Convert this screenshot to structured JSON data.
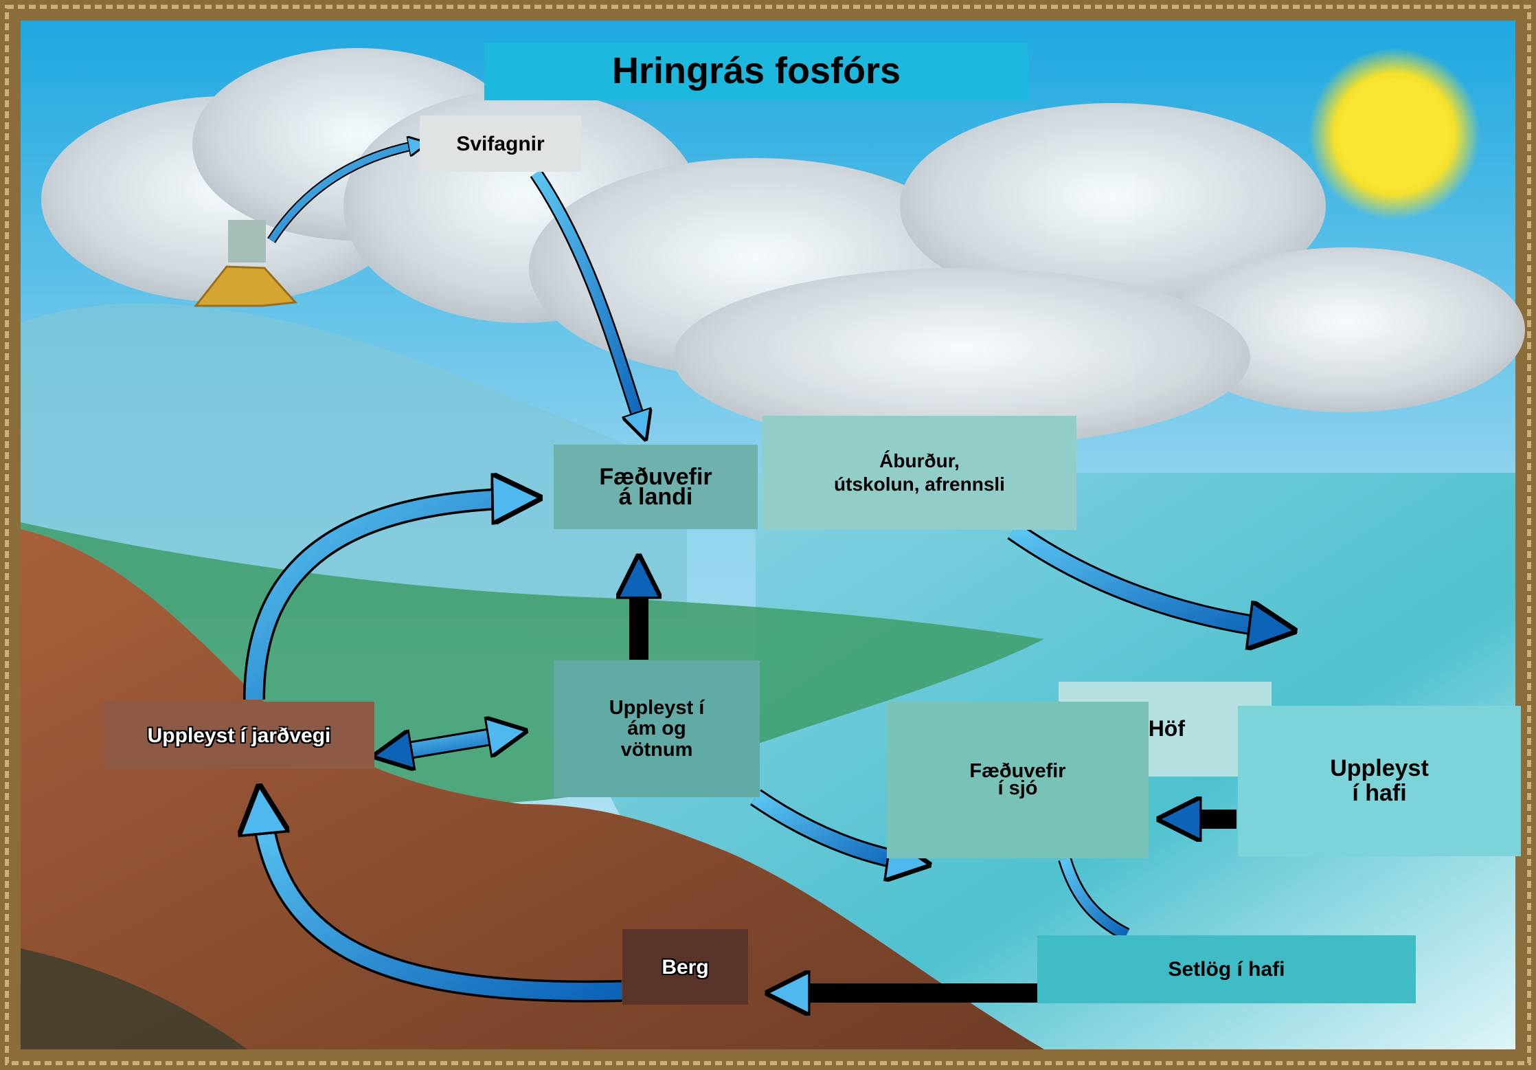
{
  "diagram": {
    "title": "Hringrás fosfórs",
    "nodes": {
      "svifagnir": "Svifagnir",
      "faeduvefir_landi": "Fæðuvefir\ná landi",
      "aburdur": "Áburður,\nútskolun, afrennsli",
      "uppleyst_jardvegi": "Uppleyst í jarðvegi",
      "uppleyst_am": "Uppleyst í\nám og\nvötnum",
      "hof": "Höf",
      "faeduvefir_sjo": "Fæðuvefir\ní sjó",
      "uppleyst_hafi": "Uppleyst\ní hafi",
      "berg": "Berg",
      "setlog": "Setlög í hafi"
    }
  },
  "colors": {
    "frame": "#8a6d3b",
    "sky_top": "#1ea8e0",
    "arrow_light": "#5cc6f2",
    "arrow_dark": "#0c63b8",
    "title_bg": "#1db8de"
  }
}
